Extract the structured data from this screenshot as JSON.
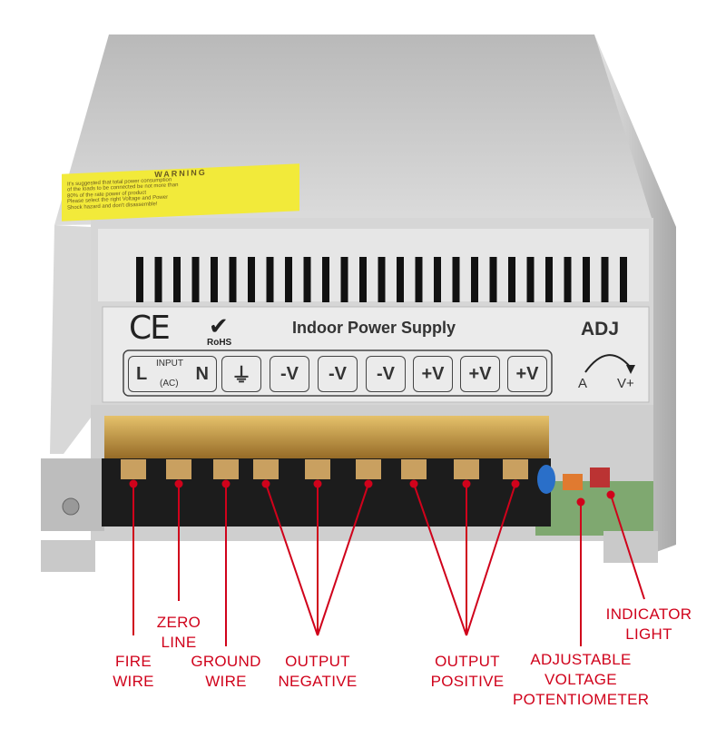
{
  "product": {
    "warning_title": "WARNING",
    "warning_lines": [
      "It's suggested that total power consumption",
      "of the loads to be connected be not more than",
      "80% of the rate power of product",
      "Please select the right Voltage and Power",
      "Shock hazard and don't disassemble!"
    ],
    "ce_mark": "CE",
    "rohs": "RoHS",
    "plate_title": "Indoor Power Supply",
    "adj": "ADJ",
    "adj_a": "A",
    "adj_v": "V+",
    "terminals": {
      "l": "L",
      "input": "INPUT",
      "ac": "(AC)",
      "n": "N",
      "neg": "-V",
      "pos": "+V"
    }
  },
  "colors": {
    "annotation": "#d0021b",
    "metal": "#c9c9c9",
    "label": "#f2ea3a"
  },
  "annotations": {
    "fire_wire": [
      "FIRE",
      "WIRE"
    ],
    "zero_line": [
      "ZERO",
      "LINE"
    ],
    "ground_wire": [
      "GROUND",
      "WIRE"
    ],
    "output_negative": [
      "OUTPUT",
      "NEGATIVE"
    ],
    "output_positive": [
      "OUTPUT",
      "POSITIVE"
    ],
    "potentiometer": [
      "ADJUSTABLE",
      "VOLTAGE",
      "POTENTIOMETER"
    ],
    "indicator_light": [
      "INDICATOR",
      "LIGHT"
    ]
  }
}
